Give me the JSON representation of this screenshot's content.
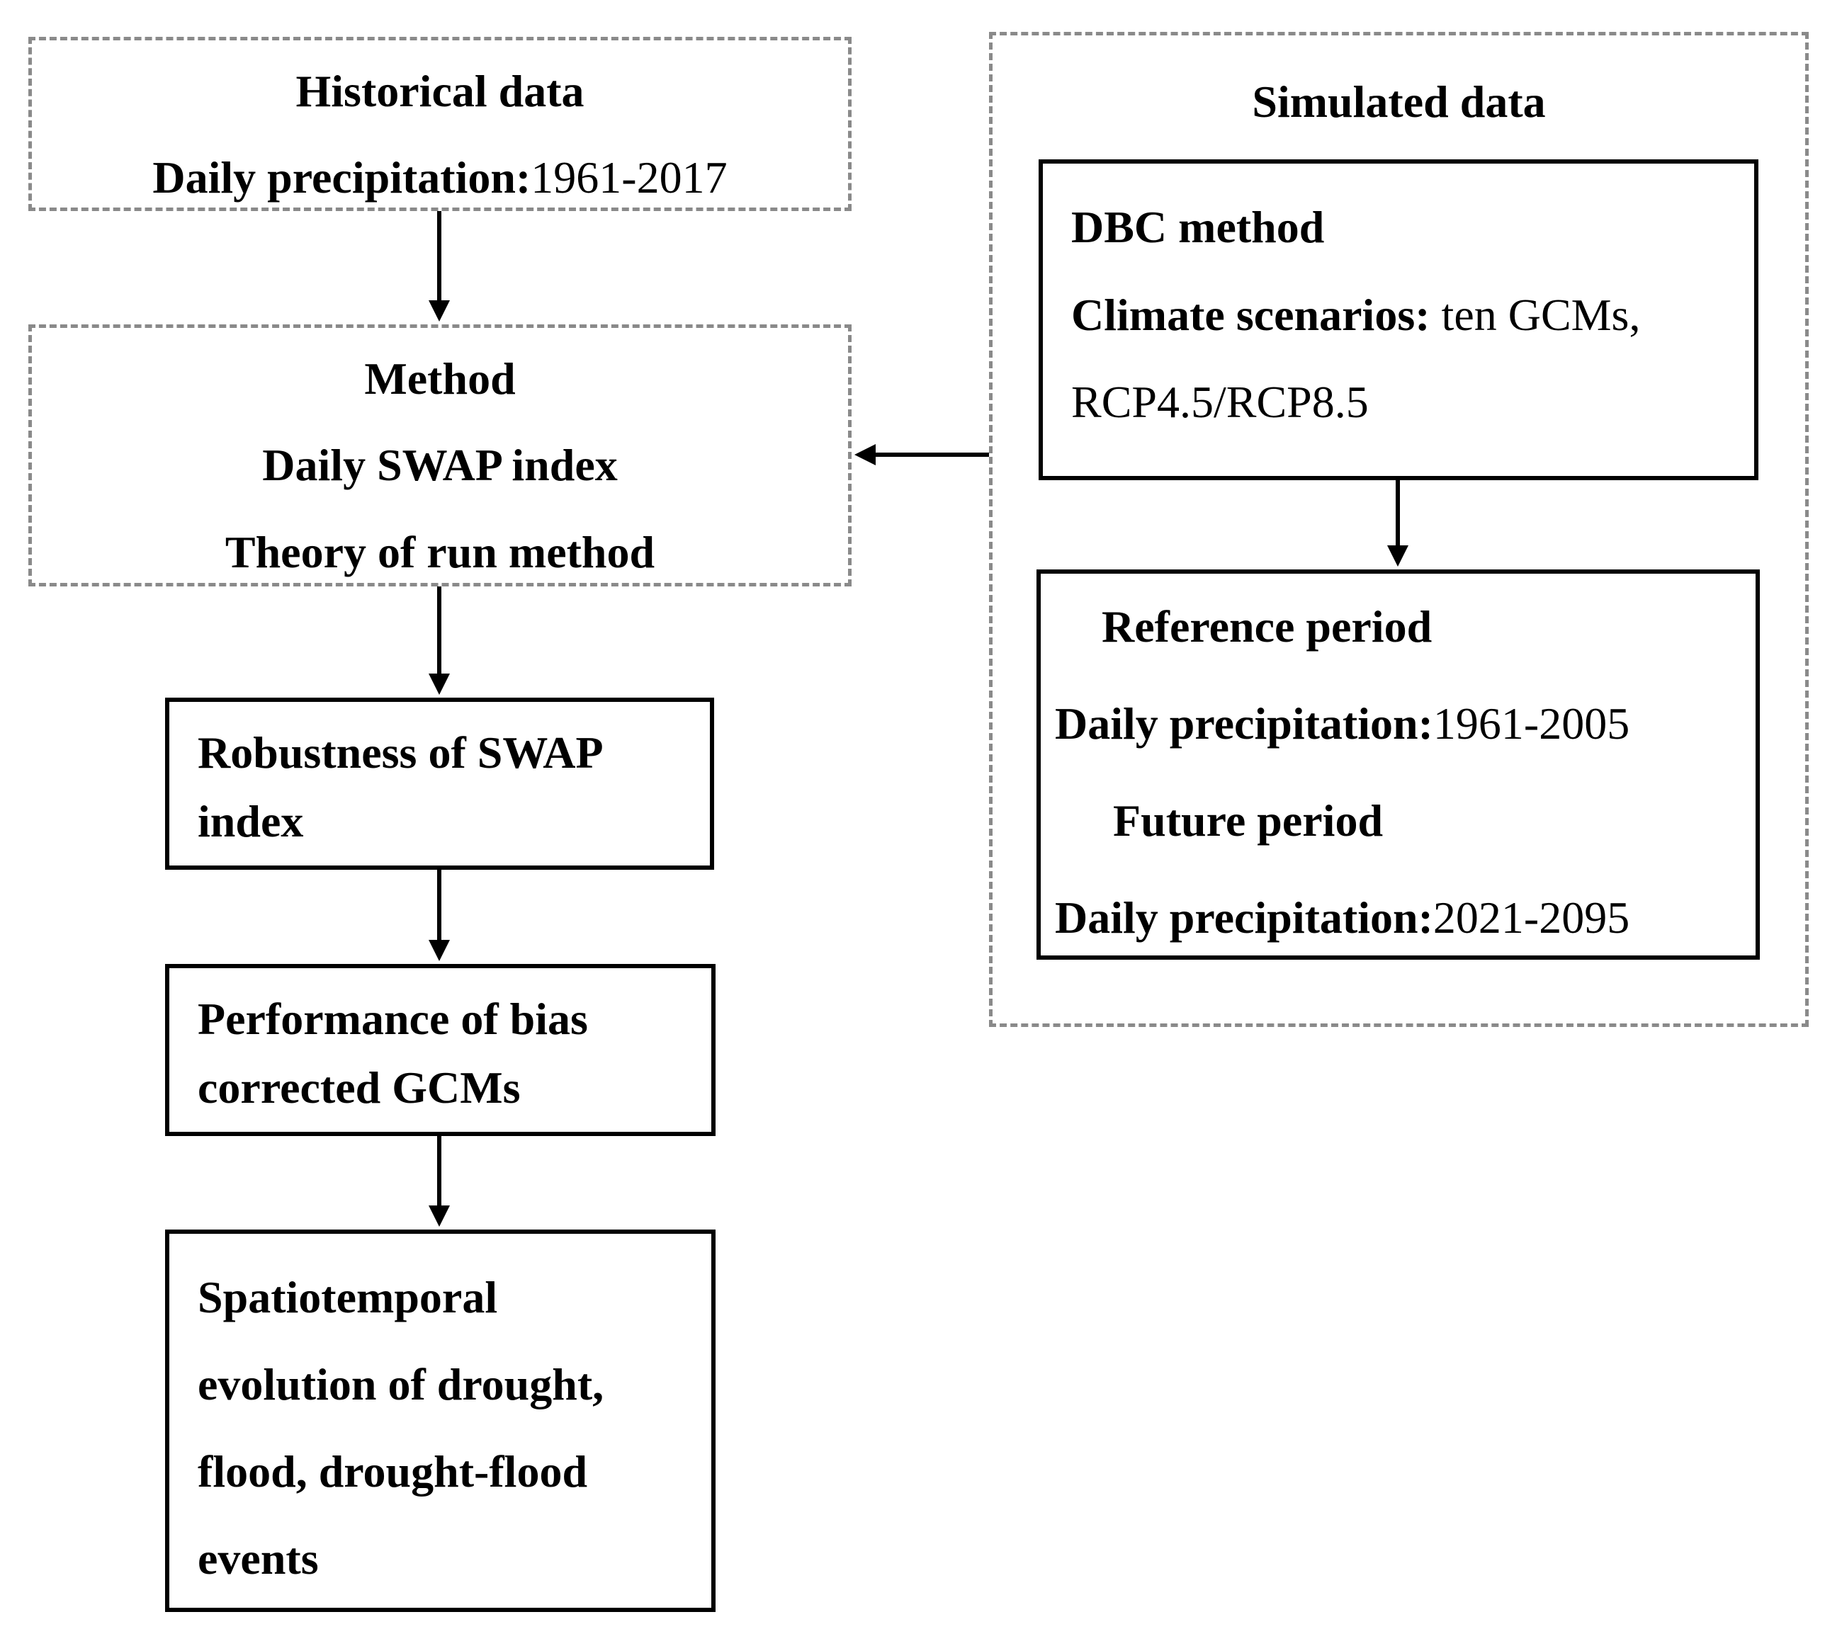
{
  "historical": {
    "title": "Historical data",
    "line_label": "Daily precipitation:",
    "line_value": "1961-2017"
  },
  "method": {
    "title": "Method",
    "line1": "Daily SWAP index",
    "line2": "Theory of run  method"
  },
  "robustness": {
    "line1": "Robustness of SWAP",
    "line2": "index"
  },
  "performance": {
    "line1": "Performance of bias",
    "line2": "corrected GCMs"
  },
  "spatiotemporal": {
    "line1": "Spatiotemporal",
    "line2": "evolution of drought,",
    "line3": "flood, drought-flood",
    "line4": "events"
  },
  "simulated": {
    "title": "Simulated data",
    "dbc": {
      "title": "DBC method",
      "scen_label": "Climate scenarios:",
      "scen_value": " ten GCMs,",
      "rcp": "RCP4.5/RCP8.5"
    },
    "periods": {
      "ref_title": "Reference period",
      "ref_label": "Daily precipitation:",
      "ref_value": "1961-2005",
      "fut_title": "Future period",
      "fut_label": "Daily precipitation:",
      "fut_value": "2021-2095"
    }
  },
  "colors": {
    "dashed_border": "#8a8a8a",
    "solid_border": "#000000",
    "text": "#000000"
  }
}
